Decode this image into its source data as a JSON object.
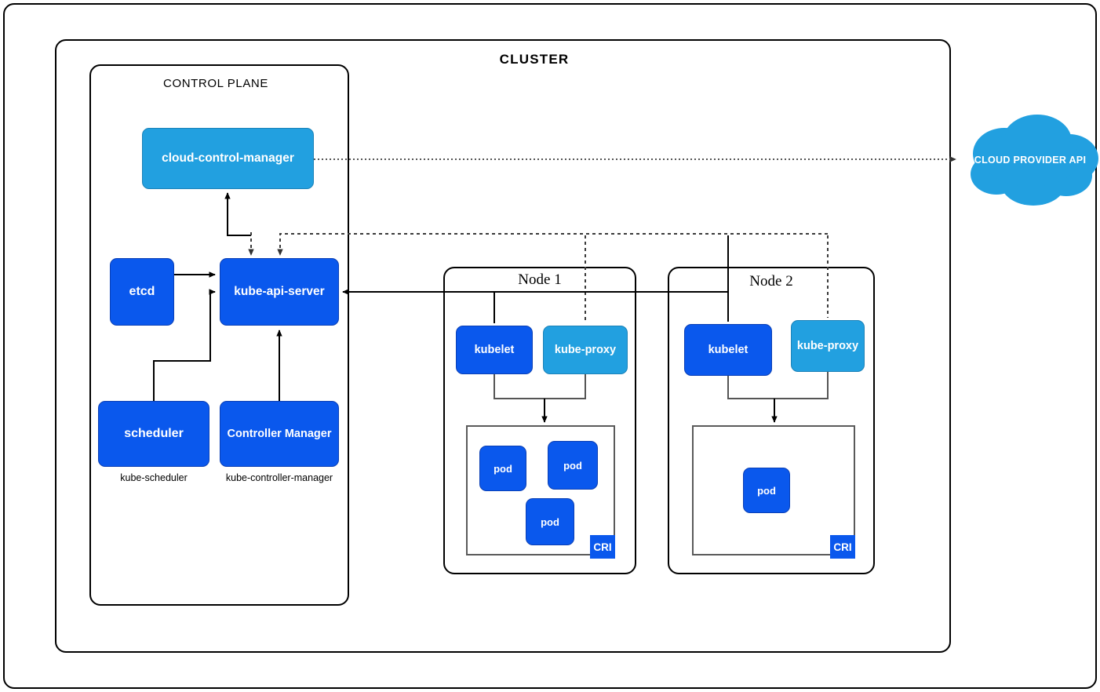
{
  "diagram": {
    "title": "CLUSTER",
    "cloud_provider": "CLOUD PROVIDER API",
    "colors": {
      "dark_blue": "#0a58ed",
      "light_blue": "#22a0e0",
      "outline": "#000000",
      "gray_outline": "#5a5a5a",
      "background": "#ffffff"
    }
  },
  "control_plane": {
    "title": "CONTROL PLANE",
    "components": [
      {
        "label": "cloud-control-manager",
        "tone": "light"
      },
      {
        "label": "etcd",
        "tone": "dark"
      },
      {
        "label": "kube-api-server",
        "tone": "dark"
      },
      {
        "label": "scheduler",
        "tone": "dark",
        "caption": "kube-scheduler"
      },
      {
        "label": "Controller Manager",
        "tone": "dark",
        "caption": "kube-controller-manager"
      }
    ],
    "captions": {
      "scheduler": "kube-scheduler",
      "controller_manager": "kube-controller-manager"
    }
  },
  "nodes": [
    {
      "title": "Node 1",
      "kubelet": "kubelet",
      "kube_proxy": "kube-proxy",
      "runtime_badge": "CRI",
      "pods": [
        {
          "label": "pod"
        },
        {
          "label": "pod"
        },
        {
          "label": "pod"
        }
      ]
    },
    {
      "title": "Node 2",
      "kubelet": "kubelet",
      "kube_proxy": "kube-proxy",
      "runtime_badge": "CRI",
      "pods": [
        {
          "label": "pod"
        }
      ]
    }
  ]
}
